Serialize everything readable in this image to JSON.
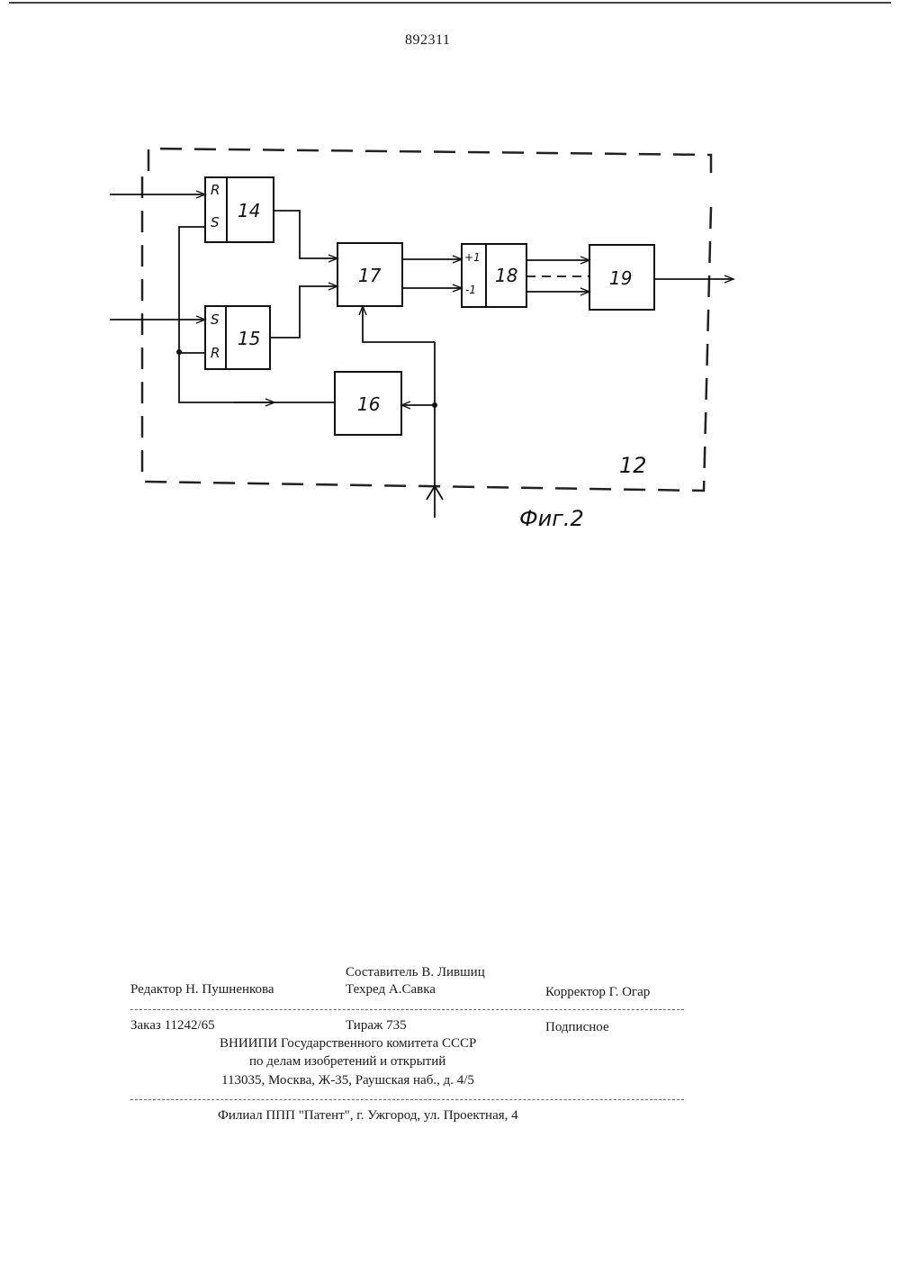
{
  "document": {
    "patent_number": "892311"
  },
  "figure": {
    "caption": "Фиг.2",
    "outer_block_label": "12",
    "blocks": [
      {
        "id": "14",
        "label": "14",
        "inputs": [
          "R",
          "S"
        ]
      },
      {
        "id": "15",
        "label": "15",
        "inputs": [
          "S",
          "R"
        ]
      },
      {
        "id": "16",
        "label": "16"
      },
      {
        "id": "17",
        "label": "17"
      },
      {
        "id": "18",
        "label": "18",
        "inputs": [
          "+1",
          "-1"
        ]
      },
      {
        "id": "19",
        "label": "19"
      }
    ]
  },
  "footer": {
    "compiler": "Составитель В. Лившиц",
    "editor": "Редактор Н. Пушненкова",
    "techred": "Техред А.Савка",
    "corrector": "Корректор Г. Огар",
    "order": "Заказ 11242/65",
    "circulation": "Тираж 735",
    "subscription": "Подписное",
    "org_line1": "ВНИИПИ Государственного комитета СССР",
    "org_line2": "по делам изобретений и открытий",
    "org_address": "113035, Москва, Ж-35, Раушская наб., д. 4/5",
    "branch": "Филиал ППП \"Патент\", г. Ужгород, ул. Проектная, 4"
  }
}
